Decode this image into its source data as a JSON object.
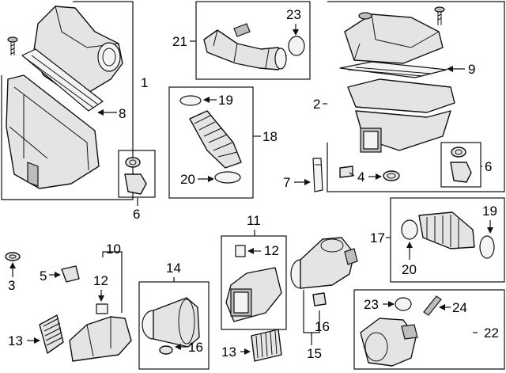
{
  "callouts": {
    "c1": "1",
    "c2": "2",
    "c3": "3",
    "c4": "4",
    "c5": "5",
    "c6a": "6",
    "c6b": "6",
    "c7": "7",
    "c8": "8",
    "c9": "9",
    "c10": "10",
    "c11": "11",
    "c12a": "12",
    "c12b": "12",
    "c13a": "13",
    "c13b": "13",
    "c14": "14",
    "c15": "15",
    "c16a": "16",
    "c16b": "16",
    "c17": "17",
    "c18": "18",
    "c19a": "19",
    "c19b": "19",
    "c20a": "20",
    "c20b": "20",
    "c21": "21",
    "c22": "22",
    "c23a": "23",
    "c23b": "23",
    "c24": "24"
  }
}
